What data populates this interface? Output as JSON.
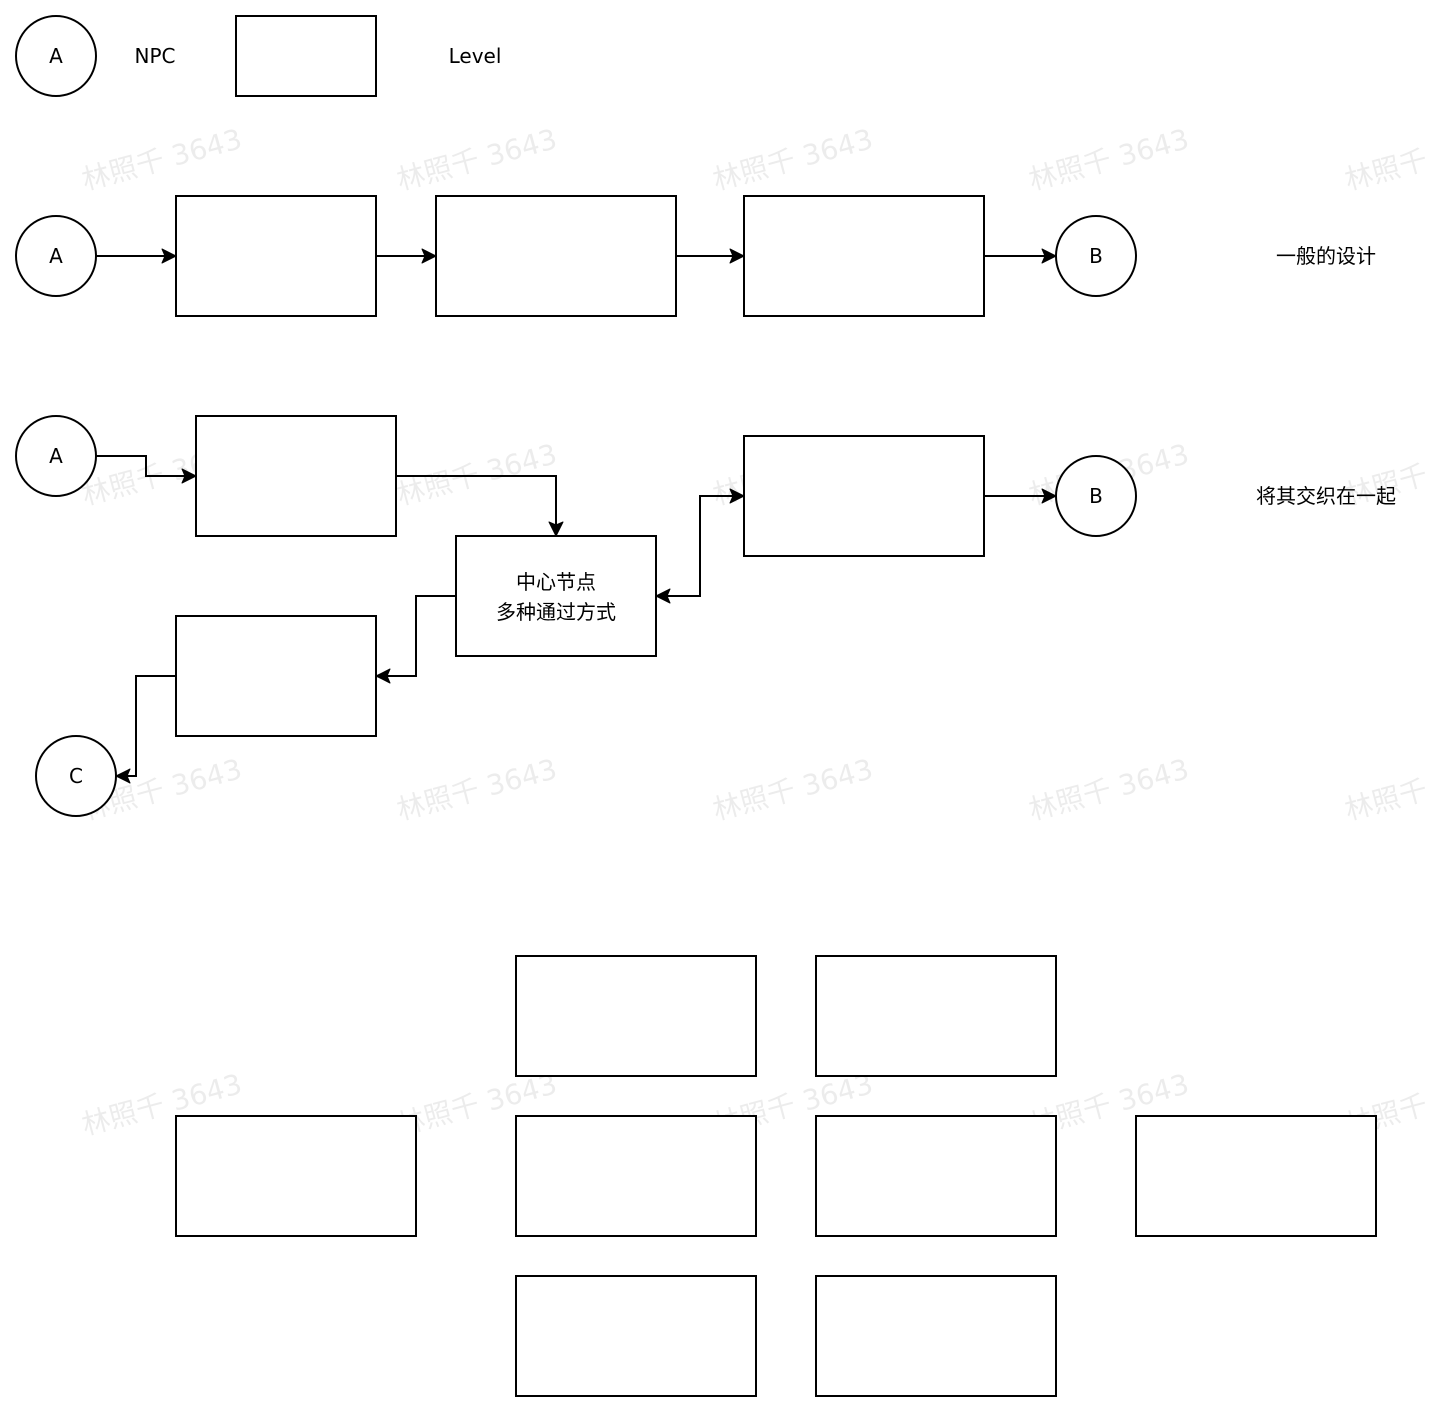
{
  "legend": {
    "npc_symbol": "A",
    "npc_label": "NPC",
    "level_label": "Level"
  },
  "row_general": {
    "start_npc": "A",
    "end_npc": "B",
    "caption": "一般的设计"
  },
  "row_interwoven": {
    "start_npc": "A",
    "end_npc": "B",
    "branch_npc": "C",
    "hub_line1": "中心节点",
    "hub_line2": "多种通过方式",
    "caption": "将其交织在一起"
  },
  "watermark": {
    "text": "林照千 3643"
  }
}
